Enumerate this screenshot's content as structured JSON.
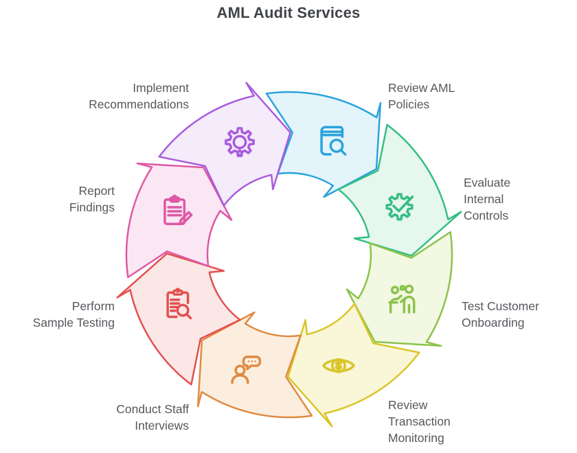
{
  "title": "AML Audit Services",
  "diagram": {
    "type": "cycle",
    "direction": "clockwise",
    "title_color": "#404347",
    "text_color": "#55585D",
    "background": "#ffffff",
    "steps": [
      {
        "label": "Review AML Policies",
        "lines": [
          "Review AML",
          "Policies"
        ],
        "icon": "book-magnifier-icon",
        "color": "#2AA3DB",
        "fill": "#E3F4FB"
      },
      {
        "label": "Evaluate Internal Controls",
        "lines": [
          "Evaluate",
          "Internal",
          "Controls"
        ],
        "icon": "gear-check-icon",
        "color": "#34BE82",
        "fill": "#E5F7EE"
      },
      {
        "label": "Test Customer Onboarding",
        "lines": [
          "Test Customer",
          "Onboarding"
        ],
        "icon": "people-onboarding-icon",
        "color": "#8BC34A",
        "fill": "#F2F8E2"
      },
      {
        "label": "Review Transaction Monitoring",
        "lines": [
          "Review",
          "Transaction",
          "Monitoring"
        ],
        "icon": "eye-dollar-icon",
        "color": "#D9C528",
        "fill": "#FAF6D8"
      },
      {
        "label": "Conduct Staff Interviews",
        "lines": [
          "Conduct Staff",
          "Interviews"
        ],
        "icon": "person-chat-icon",
        "color": "#E08A41",
        "fill": "#FBEEDF"
      },
      {
        "label": "Perform Sample Testing",
        "lines": [
          "Perform",
          "Sample Testing"
        ],
        "icon": "clipboard-magnifier-icon",
        "color": "#E25050",
        "fill": "#FBE7E5"
      },
      {
        "label": "Report Findings",
        "lines": [
          "Report",
          "Findings"
        ],
        "icon": "clipboard-pencil-icon",
        "color": "#DE58A6",
        "fill": "#FBE7F3"
      },
      {
        "label": "Implement Recommendations",
        "lines": [
          "Implement",
          "Recommendations"
        ],
        "icon": "gear-bulb-icon",
        "color": "#AA5BDE",
        "fill": "#F4EBFB"
      }
    ]
  }
}
